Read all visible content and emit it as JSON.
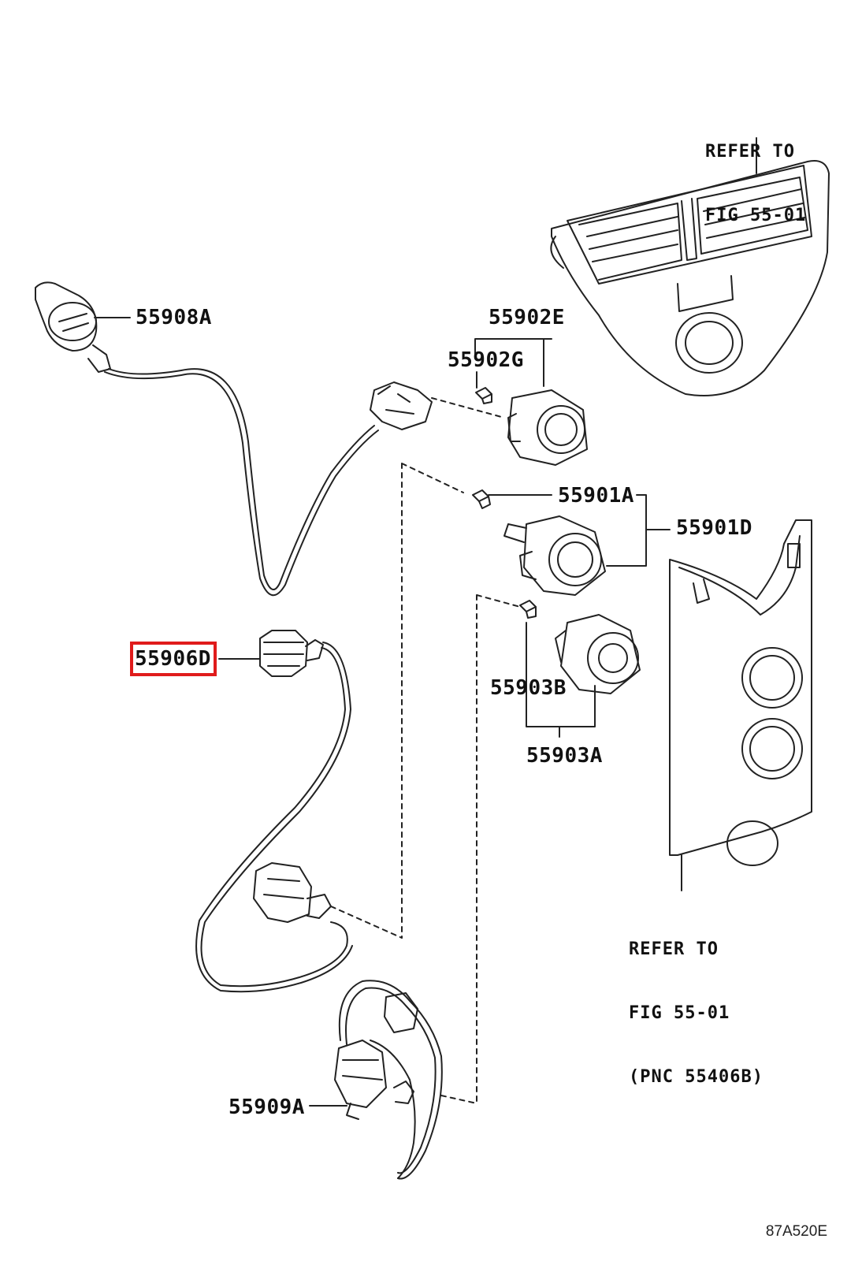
{
  "diagram": {
    "labels": {
      "p55908A": "55908A",
      "p55902E": "55902E",
      "p55902G": "55902G",
      "p55901A": "55901A",
      "p55901D": "55901D",
      "p55906D": "55906D",
      "p55903B": "55903B",
      "p55903A": "55903A",
      "p55909A": "55909A"
    },
    "refs": {
      "top": [
        "REFER TO",
        "FIG 55-01"
      ],
      "bottom": [
        "REFER TO",
        "FIG 55-01",
        "(PNC 55406B)"
      ]
    },
    "highlighted_part": "55906D",
    "highlight_color": "#e01b1b",
    "diagram_id": "87A520E"
  }
}
